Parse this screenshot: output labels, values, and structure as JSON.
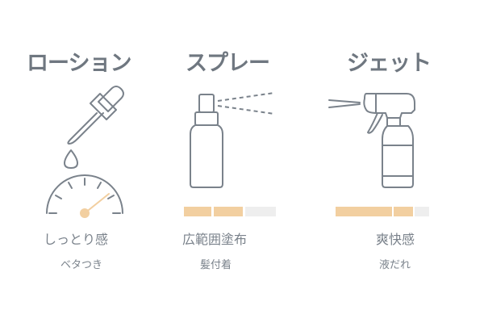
{
  "colors": {
    "stroke": "#7a828b",
    "accent": "#f2cfa0",
    "empty": "#eeeeee"
  },
  "columns": [
    {
      "title": "ローション",
      "icon": "dropper-icon",
      "indicator": "gauge-icon",
      "label": "しっとり感",
      "sublabel": "ベタつき"
    },
    {
      "title": "スプレー",
      "icon": "spray-bottle-icon",
      "indicator": "bar",
      "bar_filled": 2,
      "bar_total": 3,
      "label": "広範囲塗布",
      "sublabel": "髪付着"
    },
    {
      "title": "ジェット",
      "icon": "trigger-spray-icon",
      "indicator": "bar",
      "bar_filled_fraction": 0.83,
      "label": "爽快感",
      "sublabel": "液だれ"
    }
  ]
}
